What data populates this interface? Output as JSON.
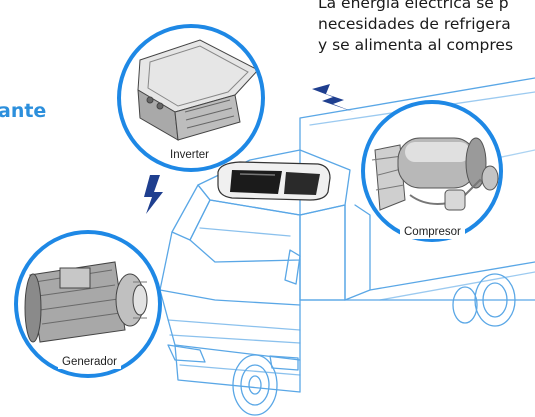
{
  "paragraph": {
    "line1": "La energía eléctrica se p",
    "line2": "necesidades de refrigera",
    "line3": "y se alimenta al compres"
  },
  "side_title": "ante",
  "components": {
    "inverter": "Inverter",
    "compressor": "Compresor",
    "generator": "Generador"
  },
  "colors": {
    "accent": "#1e88e5",
    "title": "#2c8fdc",
    "lightning": "#1f3f8f",
    "truck_outline": "#5aa7e6"
  }
}
